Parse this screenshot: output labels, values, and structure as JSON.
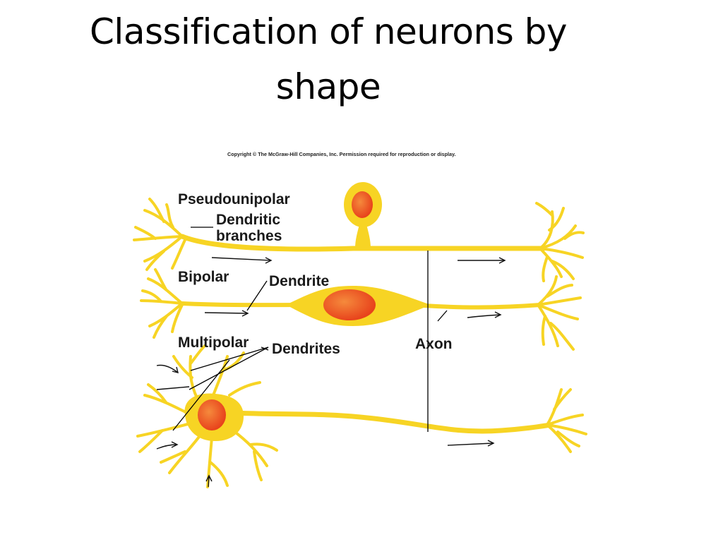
{
  "slide": {
    "title": "Classification of neurons by shape"
  },
  "figure": {
    "copyright": "Copyright © The McGraw-Hill Companies, Inc. Permission required for reproduction or display.",
    "labels": {
      "pseudounipolar": "Pseudounipolar",
      "dendritic_line1": "Dendritic",
      "dendritic_line2": "branches",
      "bipolar": "Bipolar",
      "dendrite": "Dendrite",
      "multipolar": "Multipolar",
      "dendrites": "Dendrites",
      "axon": "Axon"
    },
    "colors": {
      "cell_body": "#f7d424",
      "nucleus": "#e8431c",
      "nucleus_highlight": "#f58a3c"
    }
  }
}
